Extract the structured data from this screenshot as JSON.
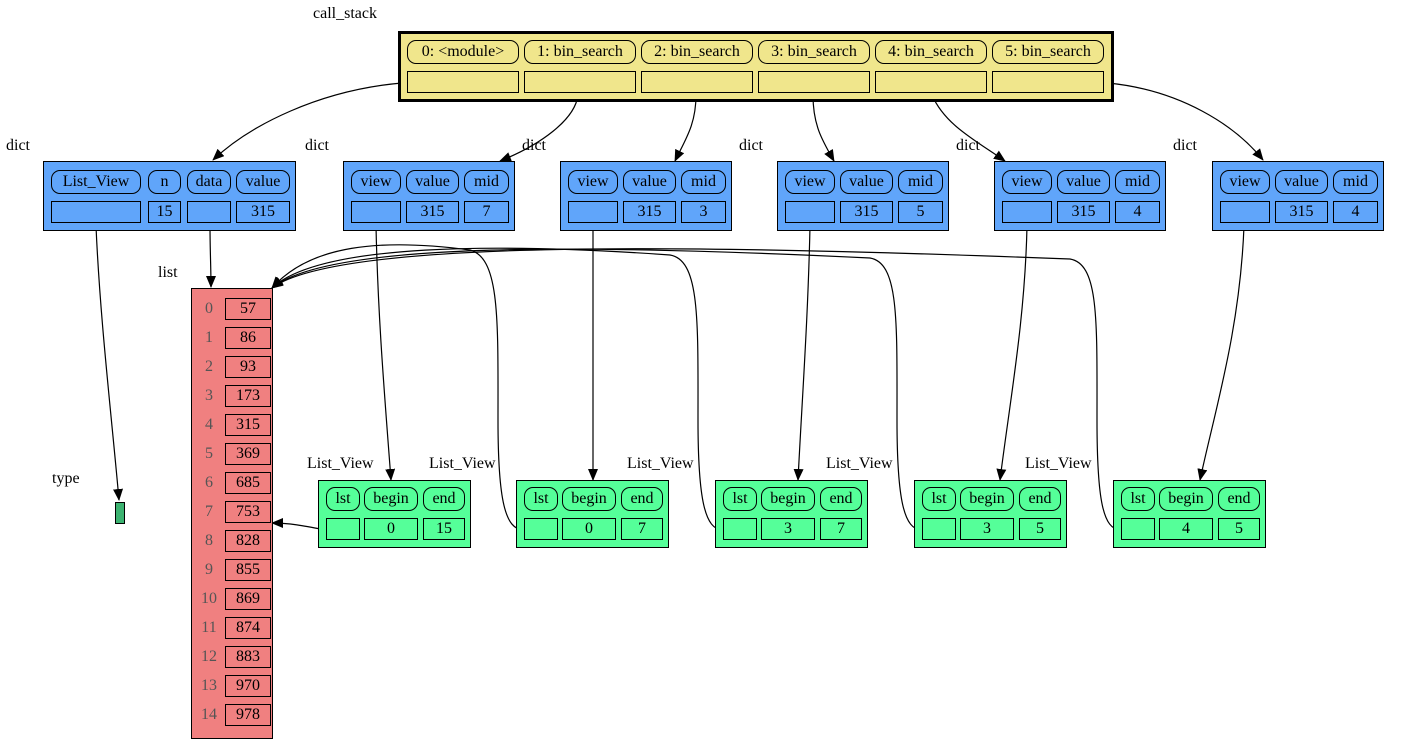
{
  "colors": {
    "stack": "#f0e68c",
    "dict": "#60a5fa",
    "view": "#55ff99",
    "list": "#f08080",
    "type": "#3cb371"
  },
  "call_stack": {
    "label": "call_stack",
    "frames": [
      "0: <module>",
      "1: bin_search",
      "2: bin_search",
      "3: bin_search",
      "4: bin_search",
      "5: bin_search"
    ]
  },
  "dicts": [
    {
      "label": "dict",
      "keys": [
        "List_View",
        "n",
        "data",
        "value"
      ],
      "values": [
        "",
        "15",
        "",
        "315"
      ]
    },
    {
      "label": "dict",
      "keys": [
        "view",
        "value",
        "mid"
      ],
      "values": [
        "",
        "315",
        "7"
      ]
    },
    {
      "label": "dict",
      "keys": [
        "view",
        "value",
        "mid"
      ],
      "values": [
        "",
        "315",
        "3"
      ]
    },
    {
      "label": "dict",
      "keys": [
        "view",
        "value",
        "mid"
      ],
      "values": [
        "",
        "315",
        "5"
      ]
    },
    {
      "label": "dict",
      "keys": [
        "view",
        "value",
        "mid"
      ],
      "values": [
        "",
        "315",
        "4"
      ]
    },
    {
      "label": "dict",
      "keys": [
        "view",
        "value",
        "mid"
      ],
      "values": [
        "",
        "315",
        "4"
      ]
    }
  ],
  "list": {
    "label": "list",
    "indices": [
      "0",
      "1",
      "2",
      "3",
      "4",
      "5",
      "6",
      "7",
      "8",
      "9",
      "10",
      "11",
      "12",
      "13",
      "14"
    ],
    "values": [
      "57",
      "86",
      "93",
      "173",
      "315",
      "369",
      "685",
      "753",
      "828",
      "855",
      "869",
      "874",
      "883",
      "970",
      "978"
    ]
  },
  "views": [
    {
      "label": "List_View",
      "keys": [
        "lst",
        "begin",
        "end"
      ],
      "values": [
        "",
        "0",
        "15"
      ]
    },
    {
      "label": "List_View",
      "keys": [
        "lst",
        "begin",
        "end"
      ],
      "values": [
        "",
        "0",
        "7"
      ]
    },
    {
      "label": "List_View",
      "keys": [
        "lst",
        "begin",
        "end"
      ],
      "values": [
        "",
        "3",
        "7"
      ]
    },
    {
      "label": "List_View",
      "keys": [
        "lst",
        "begin",
        "end"
      ],
      "values": [
        "",
        "3",
        "5"
      ]
    },
    {
      "label": "List_View",
      "keys": [
        "lst",
        "begin",
        "end"
      ],
      "values": [
        "",
        "4",
        "5"
      ]
    }
  ],
  "type_node": {
    "label": "type"
  }
}
